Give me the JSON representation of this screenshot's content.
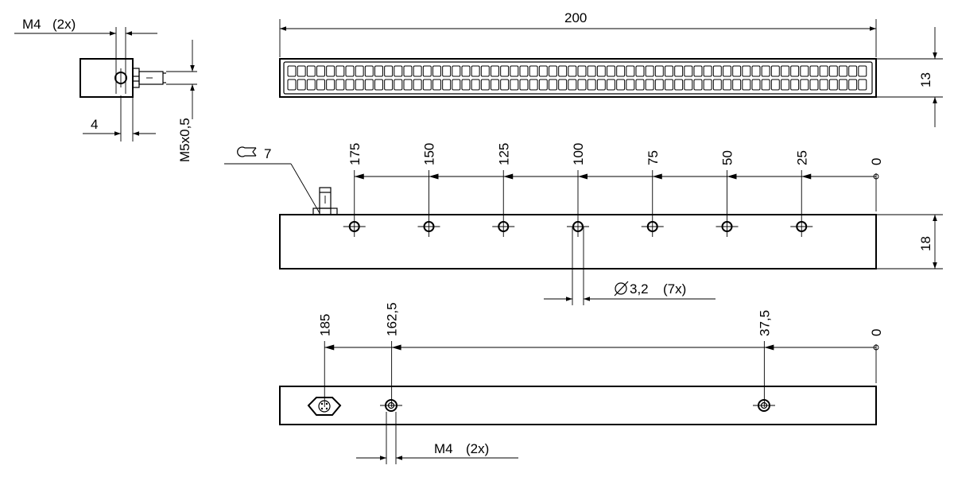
{
  "side_view": {
    "thread_label": "M4",
    "thread_count": "(2x)",
    "offset_dim": "4",
    "connector_thread": "M5x0,5"
  },
  "top_view": {
    "length_dim": "200",
    "width_dim": "13",
    "cells_per_row": 60,
    "rows": 2
  },
  "front_view": {
    "hole_positions": [
      "175",
      "150",
      "125",
      "100",
      "75",
      "50",
      "25",
      "0"
    ],
    "height_dim": "18",
    "hole_diameter": "3,2",
    "hole_count": "(7x)",
    "wrench_size": "7"
  },
  "bottom_view": {
    "positions": [
      "185",
      "162,5",
      "37,5",
      "0"
    ],
    "thread_label": "M4",
    "thread_count": "(2x)"
  }
}
